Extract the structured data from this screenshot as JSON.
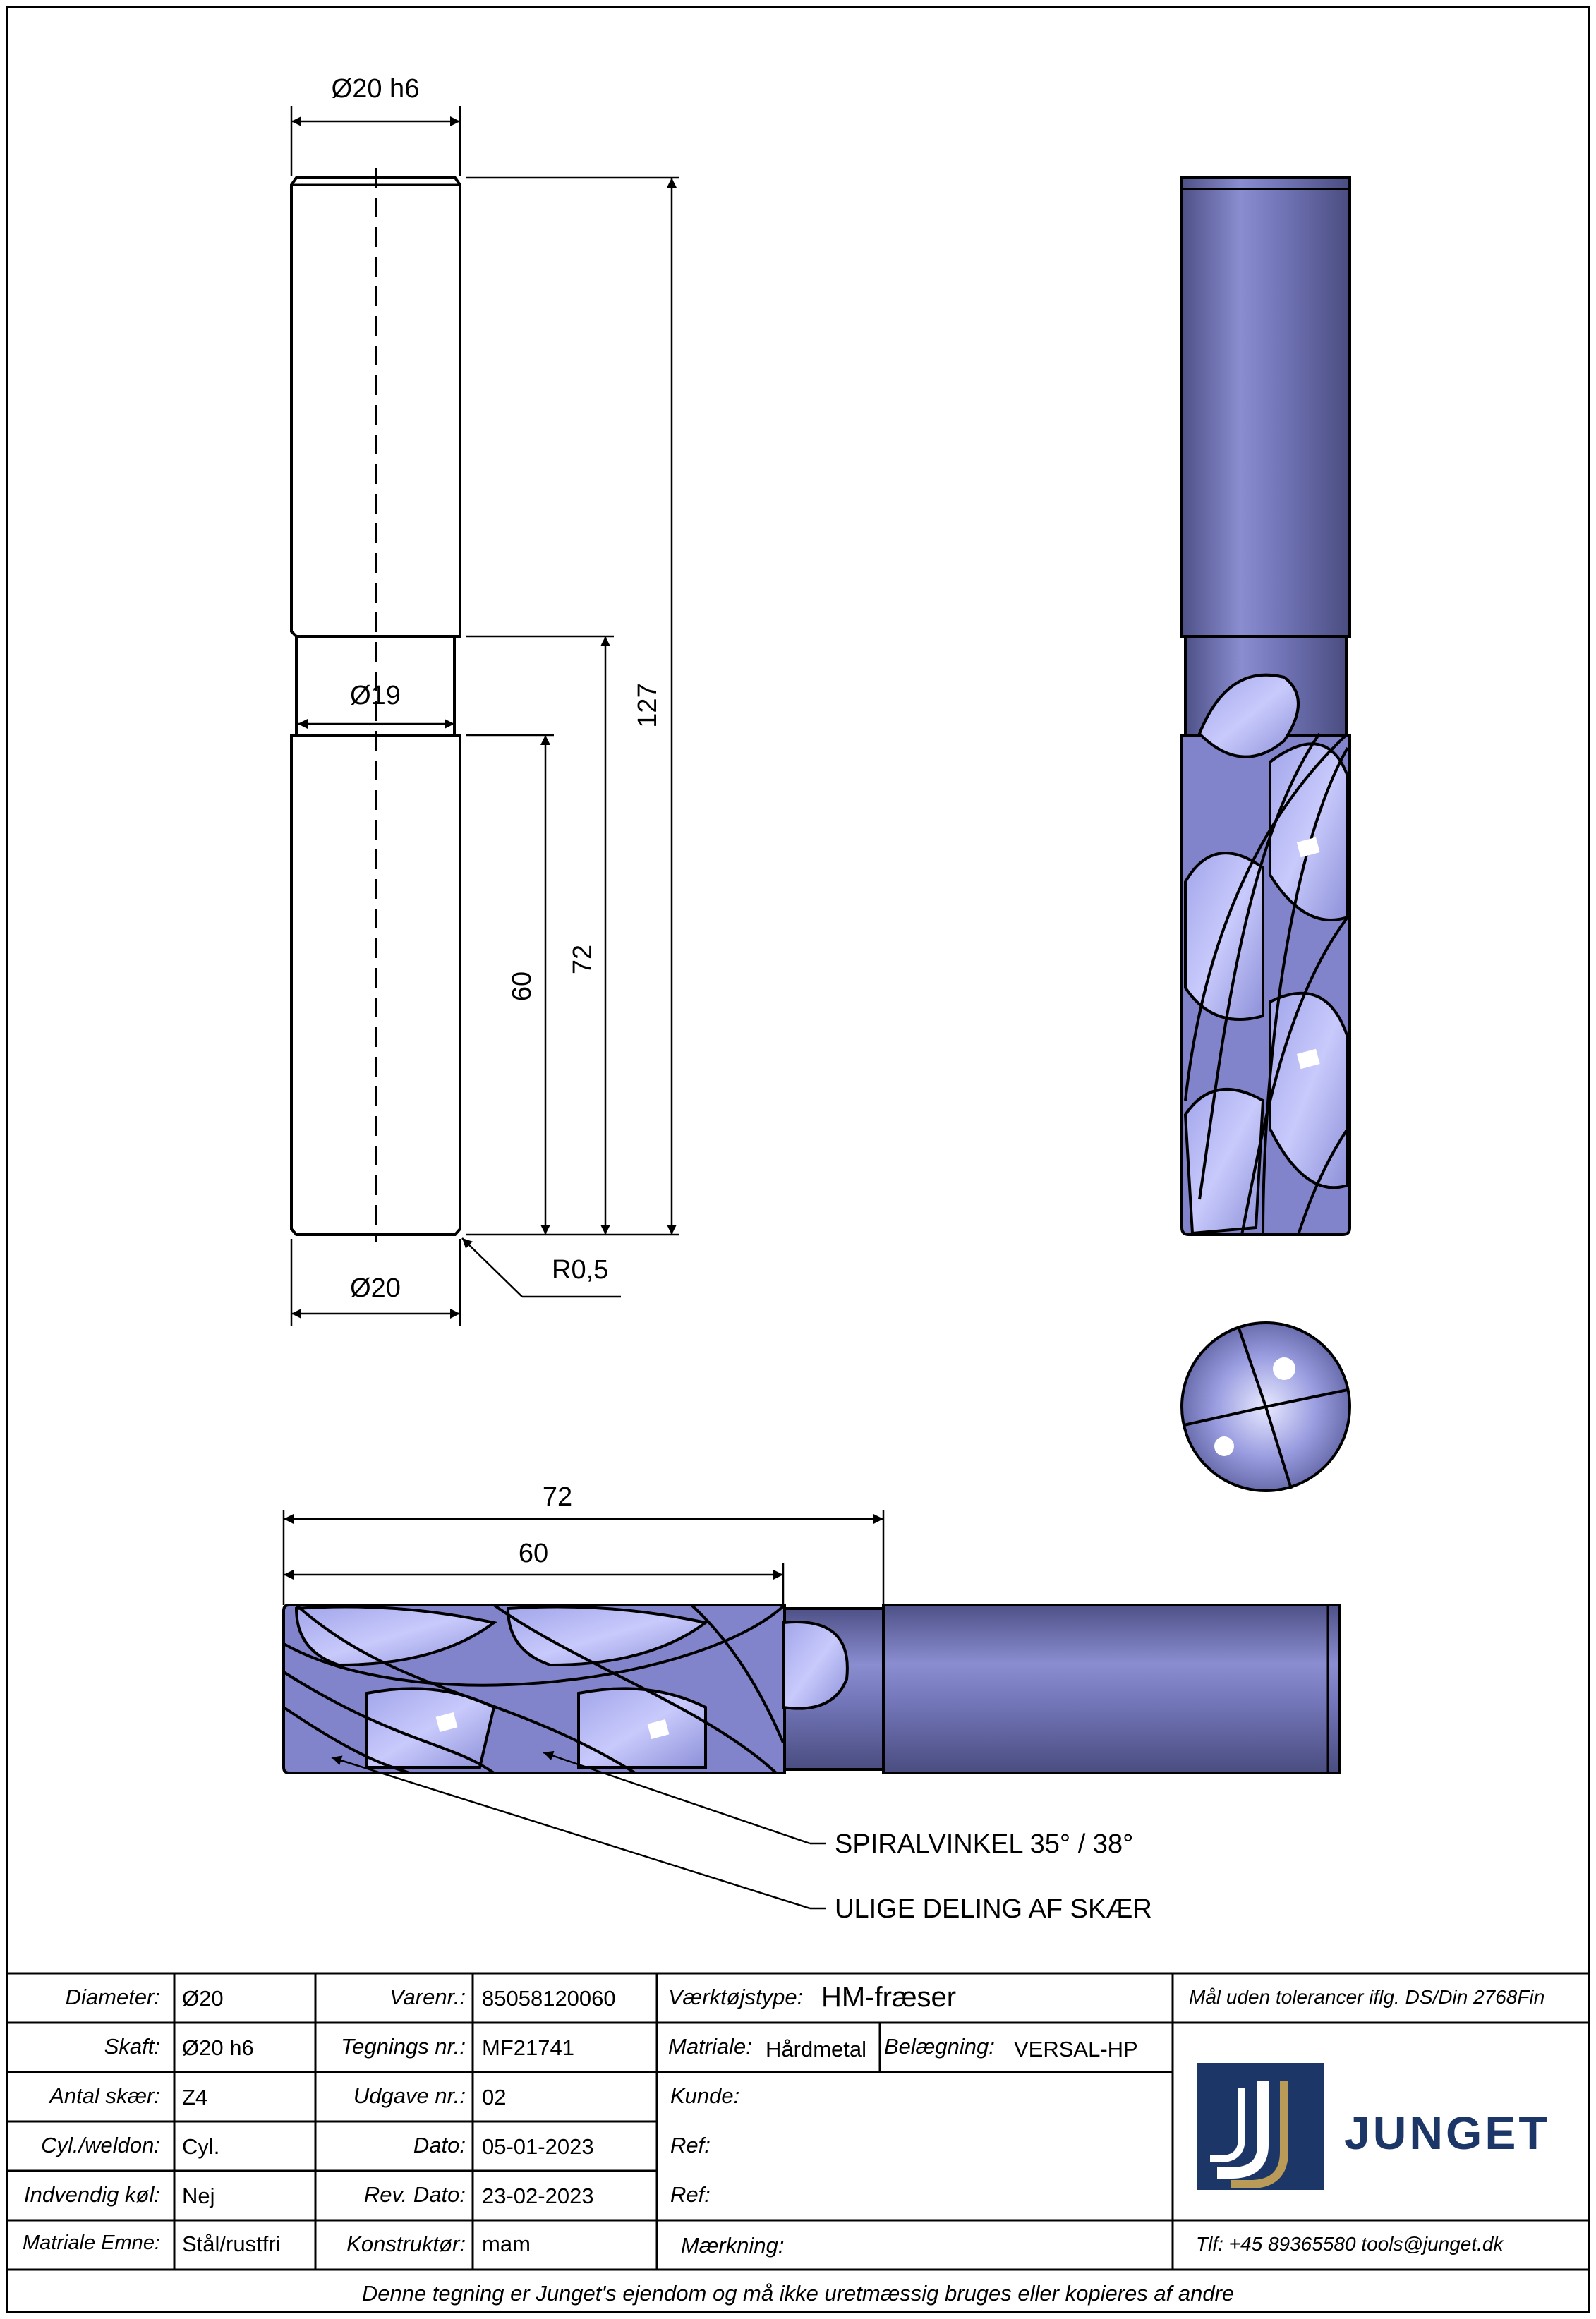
{
  "drawing": {
    "dims": {
      "shank_dia": "Ø20 h6",
      "neck_dia": "Ø19",
      "cut_dia": "Ø20",
      "radius": "R0,5",
      "overall_length": "127",
      "neck_length": "72",
      "cut_length": "60",
      "h_length_72": "72",
      "h_length_60": "60"
    },
    "callouts": {
      "helix": "SPIRALVINKEL 35° / 38°",
      "unequal": "ULIGE DELING AF SKÆR"
    }
  },
  "titleblock": {
    "col1": [
      {
        "label": "Diameter:",
        "value": "Ø20"
      },
      {
        "label": "Skaft:",
        "value": "Ø20 h6"
      },
      {
        "label": "Antal skær:",
        "value": "Z4"
      },
      {
        "label": "Cyl./weldon:",
        "value": "Cyl."
      },
      {
        "label": "Indvendig køl:",
        "value": "Nej"
      },
      {
        "label": "Matriale Emne:",
        "value": "Stål/rustfri"
      }
    ],
    "col2": [
      {
        "label": "Varenr.:",
        "value": "85058120060"
      },
      {
        "label": "Tegnings nr.:",
        "value": "MF21741"
      },
      {
        "label": "Udgave nr.:",
        "value": "02"
      },
      {
        "label": "Dato:",
        "value": "05-01-2023"
      },
      {
        "label": "Rev. Dato:",
        "value": "23-02-2023"
      },
      {
        "label": "Konstruktør:",
        "value": "mam"
      }
    ],
    "tooltype_label": "Værktøjstype:",
    "tooltype_value": "HM-fræser",
    "material_label": "Matriale:",
    "material_value": "Hårdmetal",
    "coating_label": "Belægning:",
    "coating_value": "VERSAL-HP",
    "kunde_label": "Kunde:",
    "ref1_label": "Ref:",
    "ref2_label": "Ref:",
    "marking_label": "Mærkning:",
    "tolerance_note": "Mål uden tolerancer iflg. DS/Din 2768Fin",
    "brand": "JUNGET",
    "contact": "Tlf: +45 89365580  tools@junget.dk",
    "footer": "Denne tegning er Junget's ejendom og må ikke uretmæssig bruges eller kopieres af andre"
  },
  "colors": {
    "tool_blue": "#7f82c8",
    "tool_dark": "#5a5d98",
    "logo_navy": "#1d3668",
    "logo_gold": "#b99a57"
  }
}
